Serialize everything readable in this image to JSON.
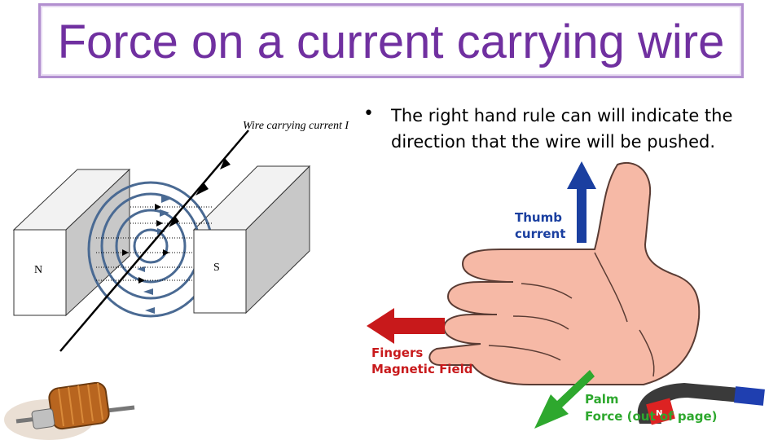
{
  "slide": {
    "title": "Force on a current carrying wire",
    "bullet_marker": "•",
    "bullet_text": "The right hand rule can will indicate the direction that the wire will be pushed."
  },
  "wire_diagram": {
    "wire_label": "Wire carrying current I",
    "north_label": "N",
    "south_label": "S"
  },
  "hand_diagram": {
    "thumb_label_line1": "Thumb",
    "thumb_label_line2": "current",
    "fingers_label_line1": "Fingers",
    "fingers_label_line2": "Magnetic Field",
    "palm_label_line1": "Palm",
    "palm_label_line2": "Force (out of page)",
    "magnet_letter": "N"
  },
  "colors": {
    "title": "#7030a0",
    "title_border": "#b28fcf",
    "field_lines": "#4a6a93",
    "thumb_arrow": "#1a3fa0",
    "fingers_arrow": "#c8191b",
    "palm_arrow": "#2ea82e",
    "hand_skin": "#f6b9a6"
  }
}
